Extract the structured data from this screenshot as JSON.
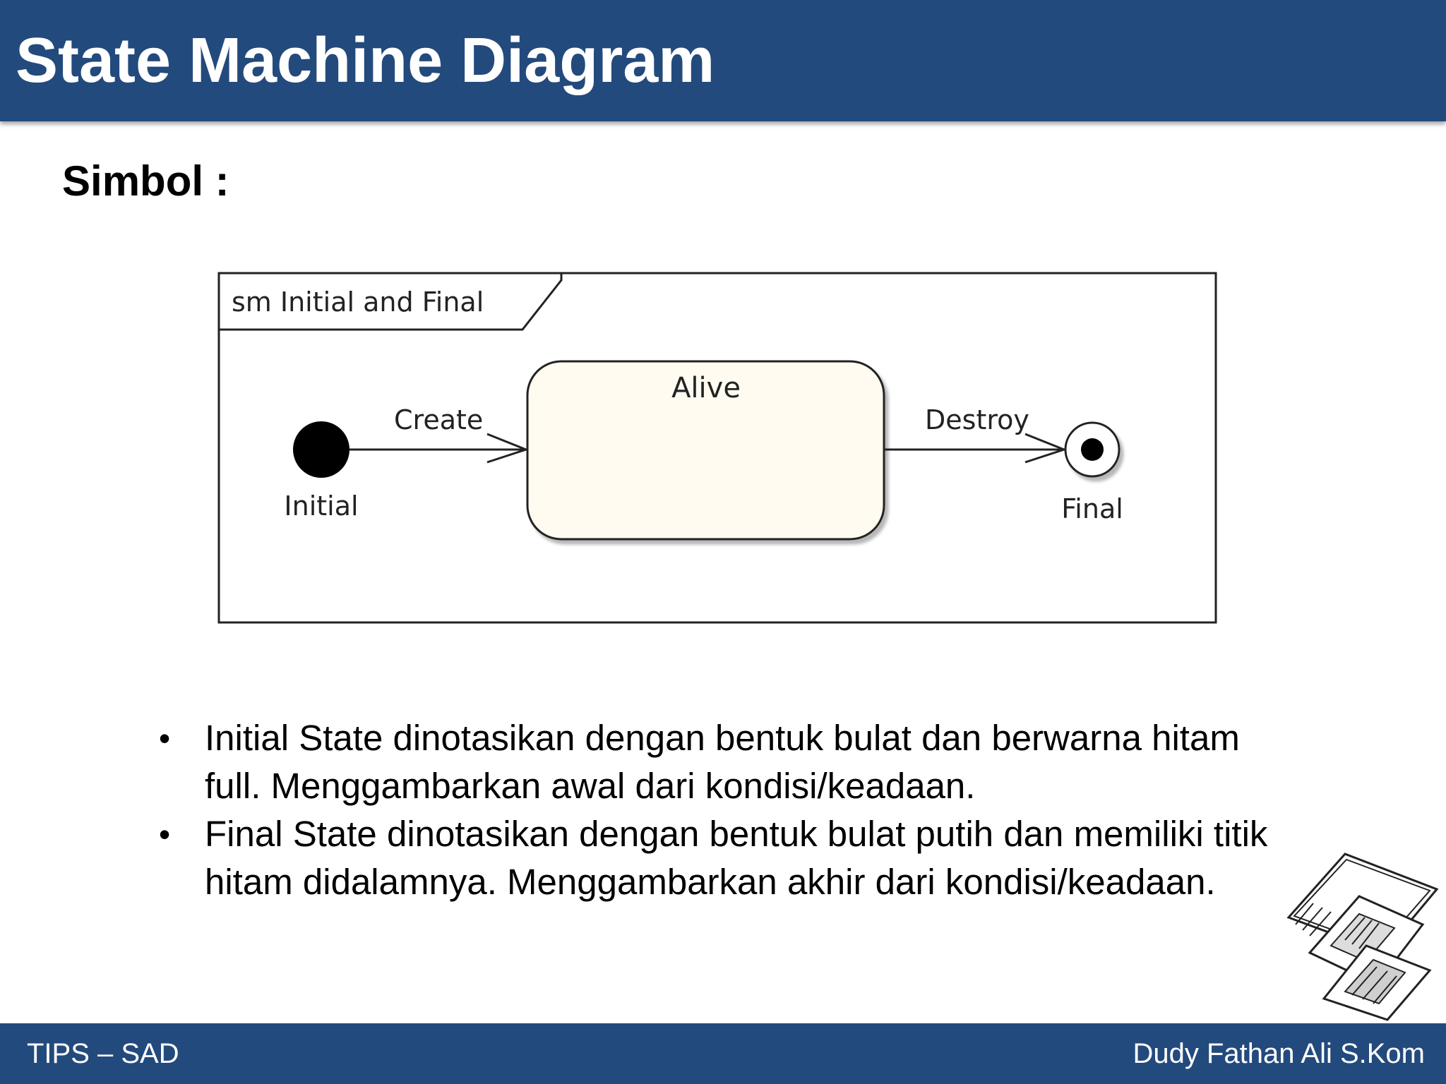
{
  "slide": {
    "title": "State Machine Diagram",
    "subheading": "Simbol :"
  },
  "diagram": {
    "frame_label": "sm Initial and Final",
    "initial_label": "Initial",
    "state_label": "Alive",
    "final_label": "Final",
    "transition_create": "Create",
    "transition_destroy": "Destroy",
    "colors": {
      "state_fill": "#fffbf0",
      "stroke": "#222222"
    }
  },
  "bullets": [
    "Initial State dinotasikan dengan bentuk bulat dan berwarna hitam full. Menggambarkan awal dari kondisi/keadaan.",
    "Final State dinotasikan dengan bentuk bulat putih dan memiliki titik hitam didalamnya. Menggambarkan akhir dari kondisi/keadaan."
  ],
  "footer": {
    "left": "TIPS – SAD",
    "right": "Dudy Fathan Ali S.Kom"
  },
  "colors": {
    "brand": "#234a7c"
  },
  "decoration": {
    "clipart_icon": "floppy-disks-icon"
  }
}
